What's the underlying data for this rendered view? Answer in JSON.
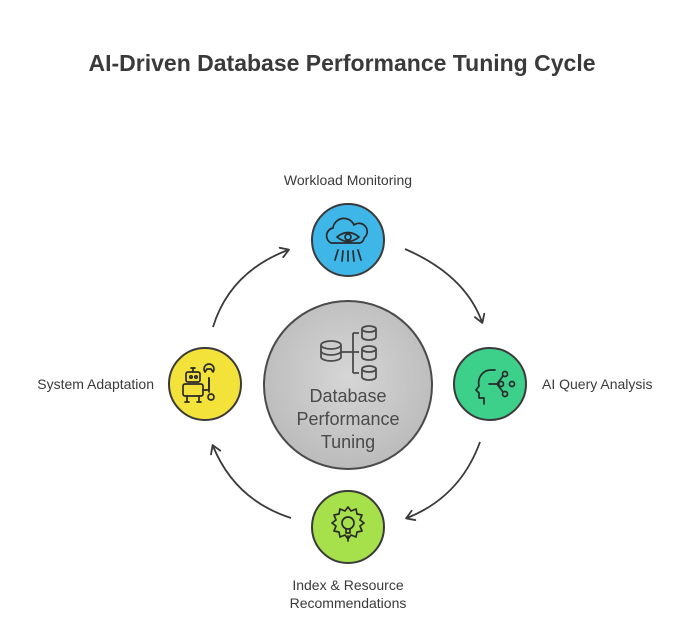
{
  "title": "AI-Driven Database Performance Tuning Cycle",
  "center": {
    "lines": [
      "Database",
      "Performance",
      "Tuning"
    ],
    "icon": "database-cluster-icon",
    "color": "#c8c8c8"
  },
  "nodes": [
    {
      "id": "workload",
      "label_lines": [
        "Workload Monitoring"
      ],
      "icon": "cloud-eye-icon",
      "color": "#3fb6e8"
    },
    {
      "id": "analysis",
      "label_lines": [
        "AI Query Analysis"
      ],
      "icon": "ai-head-icon",
      "color": "#3dd08a"
    },
    {
      "id": "recommend",
      "label_lines": [
        "Index & Resource",
        "Recommendations"
      ],
      "icon": "gear-bulb-icon",
      "color": "#a6e04a"
    },
    {
      "id": "adapt",
      "label_lines": [
        "System Adaptation"
      ],
      "icon": "robot-wrench-icon",
      "color": "#f3e23a"
    }
  ]
}
